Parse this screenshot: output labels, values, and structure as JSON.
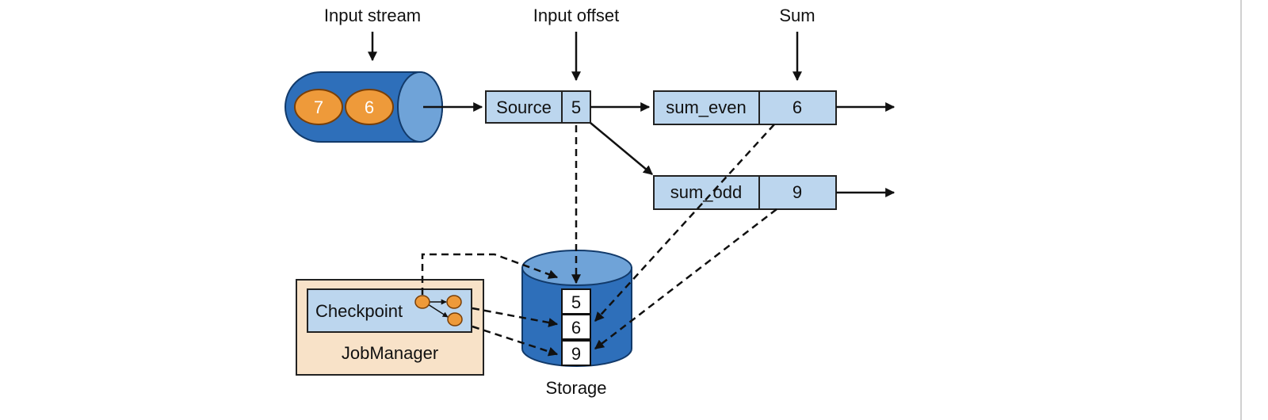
{
  "labels": {
    "input_stream": "Input stream",
    "input_offset": "Input offset",
    "sum": "Sum"
  },
  "stream": {
    "events": [
      "7",
      "6"
    ]
  },
  "source": {
    "name": "Source",
    "offset": "5"
  },
  "sum_even": {
    "name": "sum_even",
    "value": "6"
  },
  "sum_odd": {
    "name": "sum_odd",
    "value": "9"
  },
  "storage": {
    "label": "Storage",
    "slots": [
      "5",
      "6",
      "9"
    ]
  },
  "jobmanager": {
    "label": "JobManager",
    "checkpoint_label": "Checkpoint"
  },
  "colors": {
    "stream_blue": "#2e6fba",
    "light_blue": "#bcd6ee",
    "event_orange": "#ee9a3a",
    "jobmanager_bg": "#f8e2c8"
  }
}
